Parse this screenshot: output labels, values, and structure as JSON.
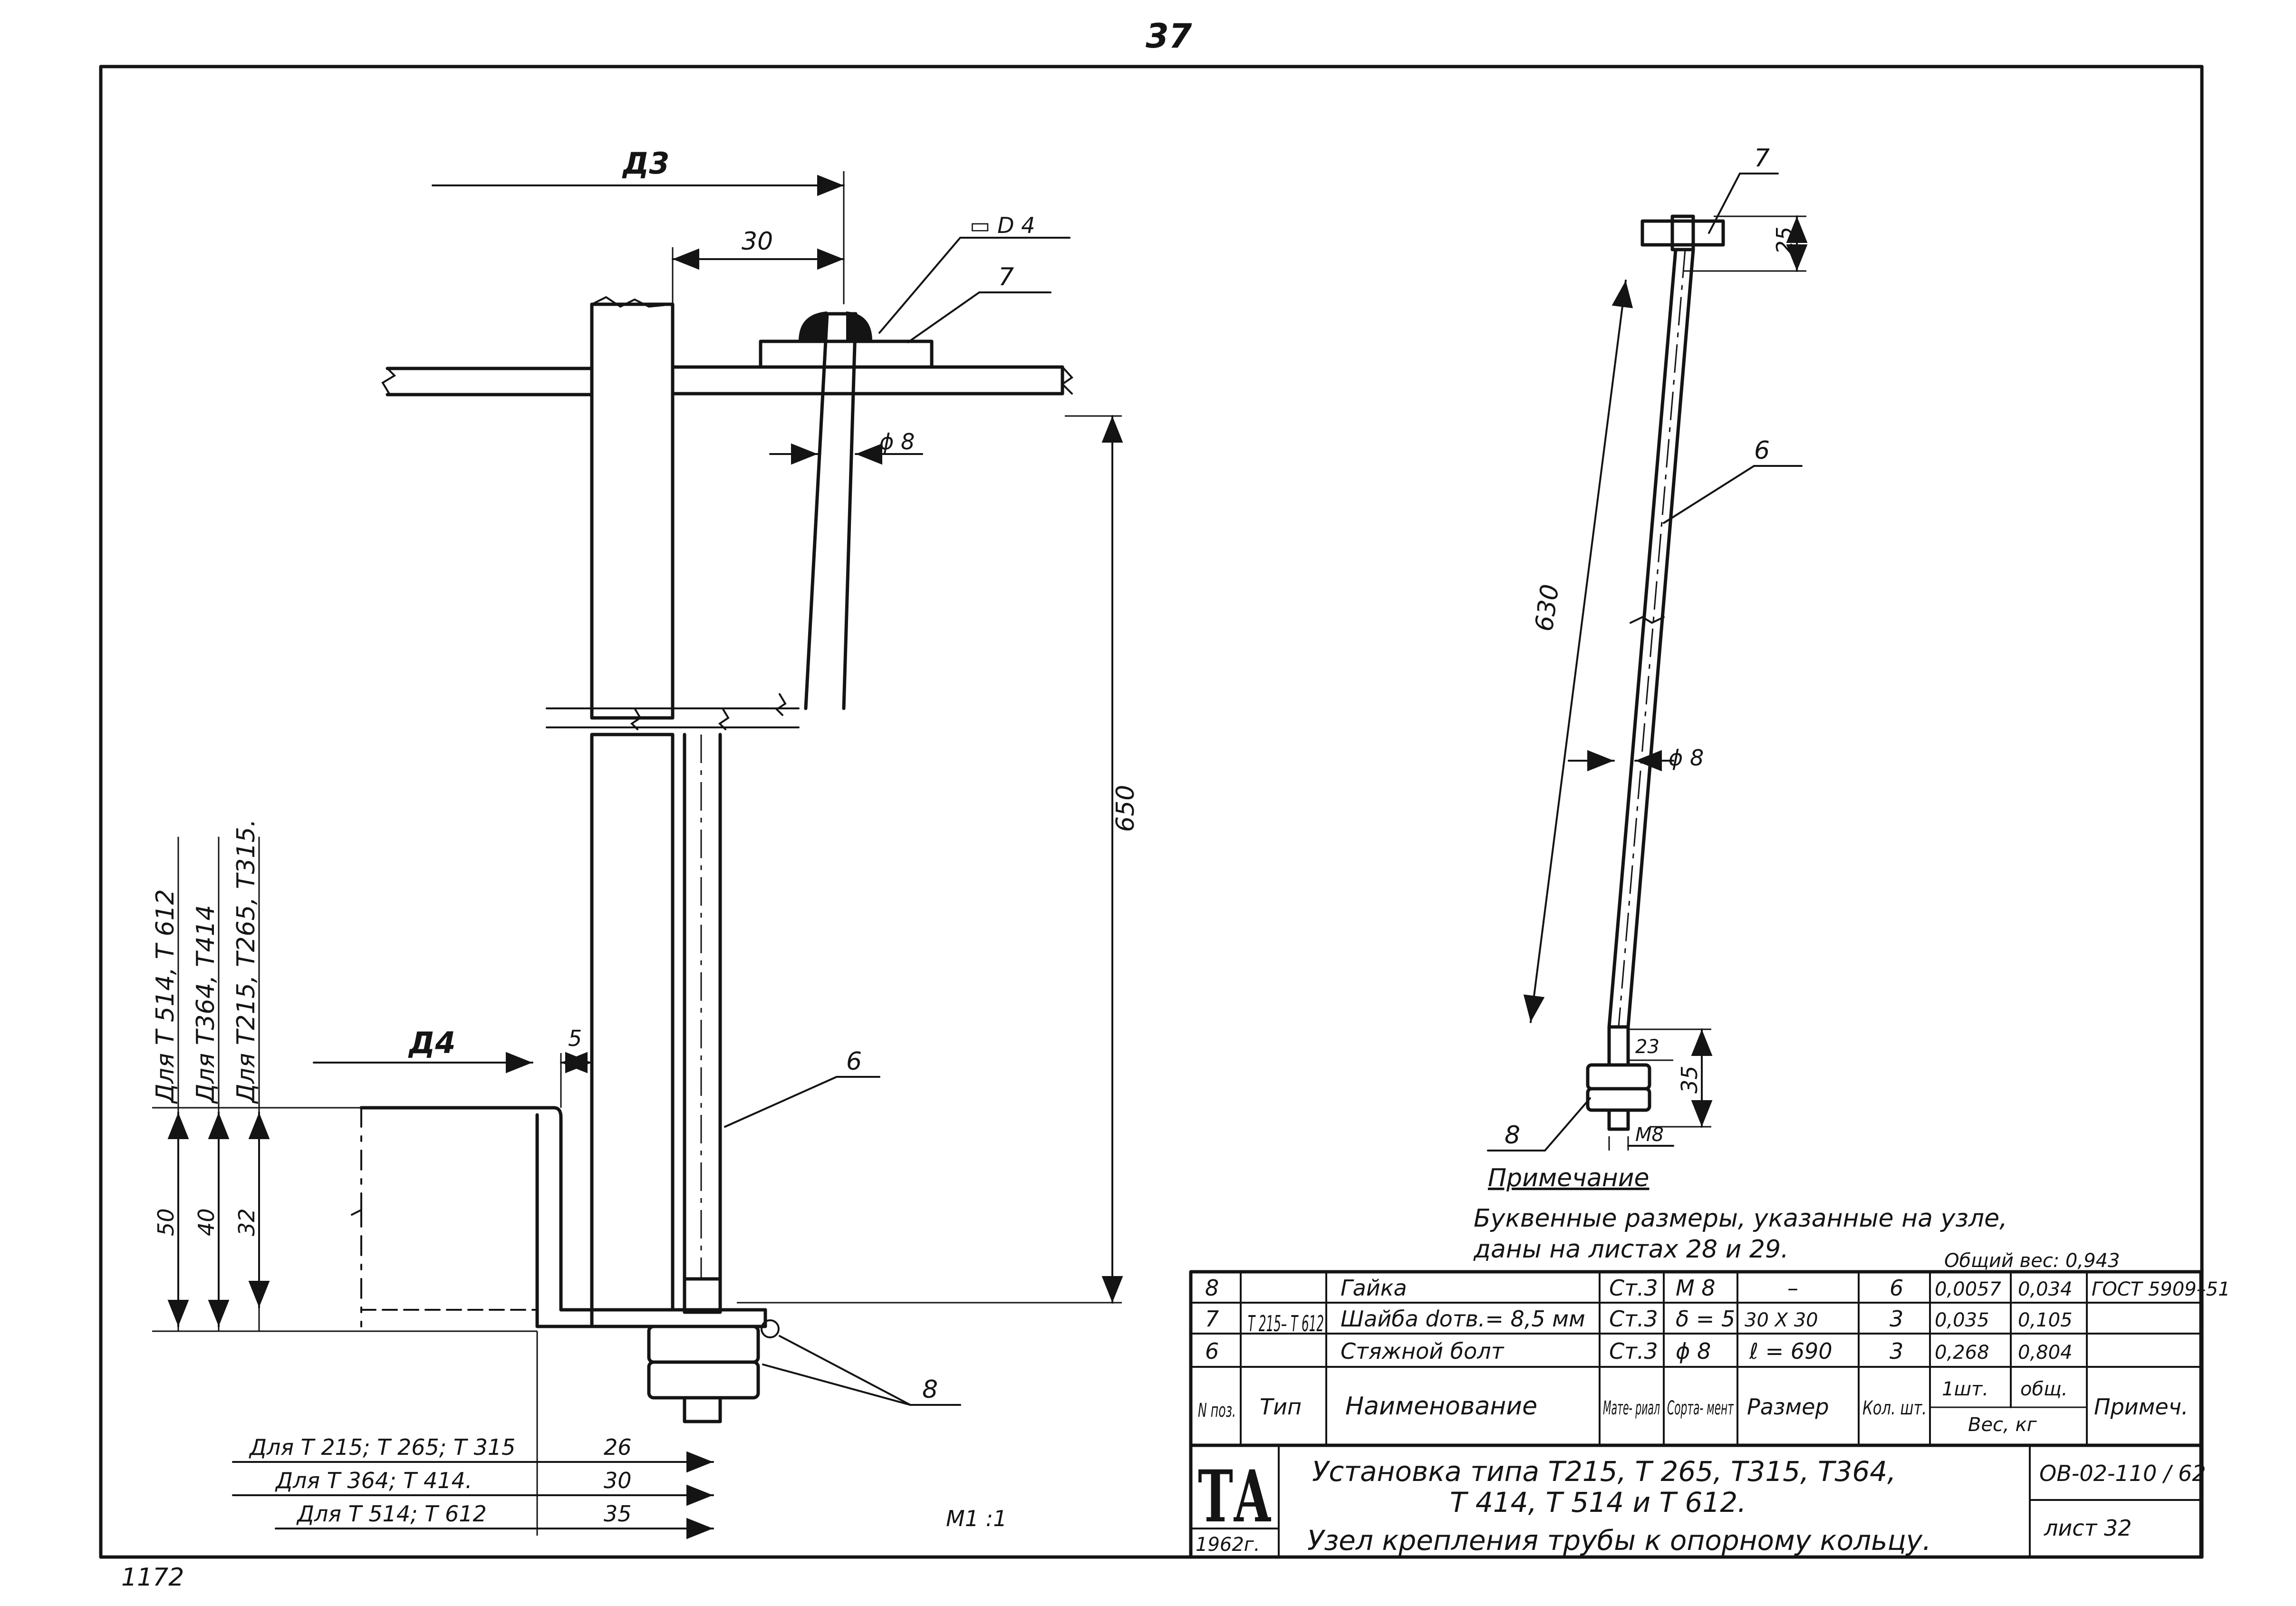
{
  "page_number": "37",
  "bottom_note": "1172",
  "scale": "M1 :1",
  "left_view": {
    "dim_d3": "Д3",
    "dim_30": "30",
    "weld_symbol": "▭ D 4",
    "dim_phi8": "ϕ 8",
    "dim_650": "650",
    "dim_d4": "Д4",
    "dim_5": "5",
    "vertical_labels": [
      "Для  Т 514, Т 612",
      "Для  Т364, Т414",
      "Для  Т215, Т265, Т315."
    ],
    "vertical_dims": [
      "50",
      "40",
      "32"
    ],
    "callouts": {
      "pos7": "7",
      "pos6": "6",
      "pos8": "8"
    },
    "bottom_dims": [
      {
        "label": "Для  Т 215; Т 265; Т 315",
        "value": "26"
      },
      {
        "label": "Для  Т 364;  Т 414.",
        "value": "30"
      },
      {
        "label": "Для  Т 514;  Т 612",
        "value": "35"
      }
    ]
  },
  "right_view": {
    "pos7": "7",
    "dim_25": "25",
    "pos6": "6",
    "dim_630": "630",
    "dim_phi8": "ϕ 8",
    "dim_23": "23",
    "dim_35": "35",
    "dim_m8": "M8",
    "pos8": "8"
  },
  "note": {
    "heading": "Примечание",
    "line1": "Буквенные размеры, указанные на узле,",
    "line2": "даны на листах 28 и 29."
  },
  "total_weight": "Общий вес: 0,943",
  "spec_table": {
    "type_group": "Т 215– Т 612",
    "rows": [
      {
        "pos": "8",
        "name": "Гайка",
        "material": "Ст.3",
        "assortment": "М 8",
        "size": "–",
        "qty": "6",
        "w_unit": "0,0057",
        "w_total": "0,034",
        "note": "ГОСТ 5909–51"
      },
      {
        "pos": "7",
        "name": "Шайба  dотв.= 8,5 мм",
        "material": "Ст.3",
        "assortment": "δ = 5",
        "size": "30 Х 30",
        "qty": "3",
        "w_unit": "0,035",
        "w_total": "0,105",
        "note": ""
      },
      {
        "pos": "6",
        "name": "Стяжной болт",
        "material": "Ст.3",
        "assortment": "ϕ 8",
        "size": "ℓ = 690",
        "qty": "3",
        "w_unit": "0,268",
        "w_total": "0,804",
        "note": ""
      }
    ],
    "headers": {
      "pos": "N поз.",
      "type": "Тип",
      "name": "Наименование",
      "material": "Мате- риал",
      "assortment": "Сорта- мент",
      "size": "Размер",
      "qty": "Кол. шт.",
      "w_unit": "1шт.",
      "w_total": "общ.",
      "weight": "Вес, кг",
      "note": "Примеч."
    }
  },
  "title_block": {
    "logo": "ТА",
    "year": "1962г.",
    "title_line1": "Установка  типа   Т215,  Т 265,  Т315,  Т364,",
    "title_line2": "Т 414,   Т 514  и  Т 612.",
    "subtitle": "Узел  крепления  трубы  к опорному  кольцу.",
    "doc_code": "ОВ-02-110 / 62",
    "sheet": "лист  32"
  }
}
